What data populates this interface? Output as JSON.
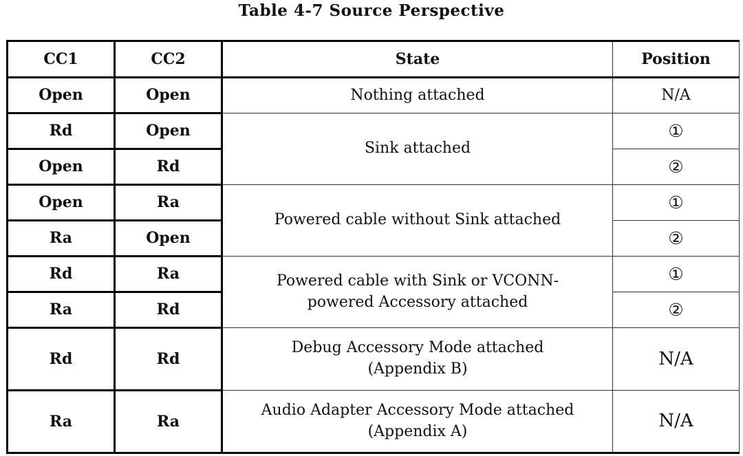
{
  "caption": "Table 4-7  Source Perspective",
  "headers": {
    "cc1": "CC1",
    "cc2": "CC2",
    "state": "State",
    "position": "Position"
  },
  "rows": [
    {
      "cc1": "Open",
      "cc2": "Open",
      "state": "Nothing attached",
      "position": "N/A"
    },
    {
      "cc1": "Rd",
      "cc2": "Open",
      "state": "Sink attached",
      "position": "①"
    },
    {
      "cc1": "Open",
      "cc2": "Rd",
      "position": "②"
    },
    {
      "cc1": "Open",
      "cc2": "Ra",
      "state": "Powered cable without Sink attached",
      "position": "①"
    },
    {
      "cc1": "Ra",
      "cc2": "Open",
      "position": "②"
    },
    {
      "cc1": "Rd",
      "cc2": "Ra",
      "state_line1_pre": "Powered cable with Sink or V",
      "state_line1_sc": "CONN",
      "state_line1_post": "-",
      "state_line2": "powered Accessory attached",
      "position": "①"
    },
    {
      "cc1": "Ra",
      "cc2": "Rd",
      "position": "②"
    },
    {
      "cc1": "Rd",
      "cc2": "Rd",
      "state_line1": "Debug Accessory Mode attached",
      "state_line2": "(Appendix B)",
      "position": "N/A"
    },
    {
      "cc1": "Ra",
      "cc2": "Ra",
      "state_line1": "Audio Adapter Accessory Mode attached",
      "state_line2": "(Appendix A)",
      "position": "N/A"
    }
  ]
}
